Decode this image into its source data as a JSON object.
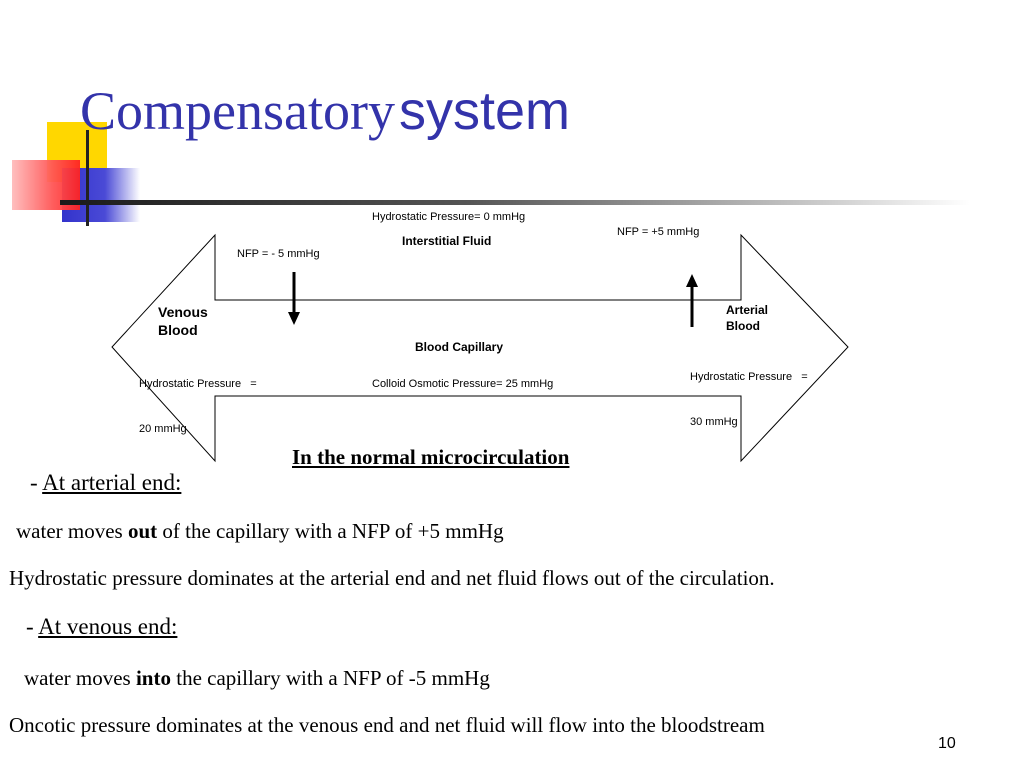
{
  "slide": {
    "title_serif": "Compensatory",
    "title_sans": "system",
    "page_number": "10",
    "colors": {
      "title": "#3333aa",
      "deco_yellow": "#ffd700",
      "deco_blue": "#3333cc",
      "deco_red": "#ff4444"
    }
  },
  "chart_data": {
    "type": "diagram",
    "title": "In the normal microcirculation",
    "regions": {
      "top": "Interstitial Fluid",
      "middle": "Blood Capillary"
    },
    "ends": [
      {
        "name_line1": "Venous",
        "name_line2": "Blood",
        "pressure_line1": "Hydrostatic Pressure   =",
        "pressure_line2": "20 mmHg",
        "nfp": "NFP = - 5 mmHg",
        "flow": "into capillary"
      },
      {
        "name_line1": "Arterial",
        "name_line2": "Blood",
        "pressure_line1": "Hydrostatic Pressure   =",
        "pressure_line2": "30 mmHg",
        "nfp": "NFP = +5 mmHg",
        "flow": "out of capillary"
      }
    ],
    "interstitial_pressure": "Hydrostatic Pressure= 0 mmHg",
    "colloid_pressure": "Colloid Osmotic Pressure= 25 mmHg"
  },
  "text": {
    "arterial_dash": "-",
    "arterial_heading": "At arterial end:",
    "arterial_line_pre": "water moves ",
    "arterial_line_bold": "out",
    "arterial_line_post": " of the capillary with a NFP of +5 mmHg",
    "arterial_summary": "Hydrostatic pressure dominates at the arterial end and net fluid flows out of the circulation.",
    "venous_dash": "- ",
    "venous_heading": "At venous end:",
    "venous_line_pre": "water moves ",
    "venous_line_bold": "into",
    "venous_line_post": " the capillary with a NFP of -5 mmHg",
    "venous_summary": "Oncotic pressure dominates at the venous end and net fluid will flow into the bloodstream"
  }
}
